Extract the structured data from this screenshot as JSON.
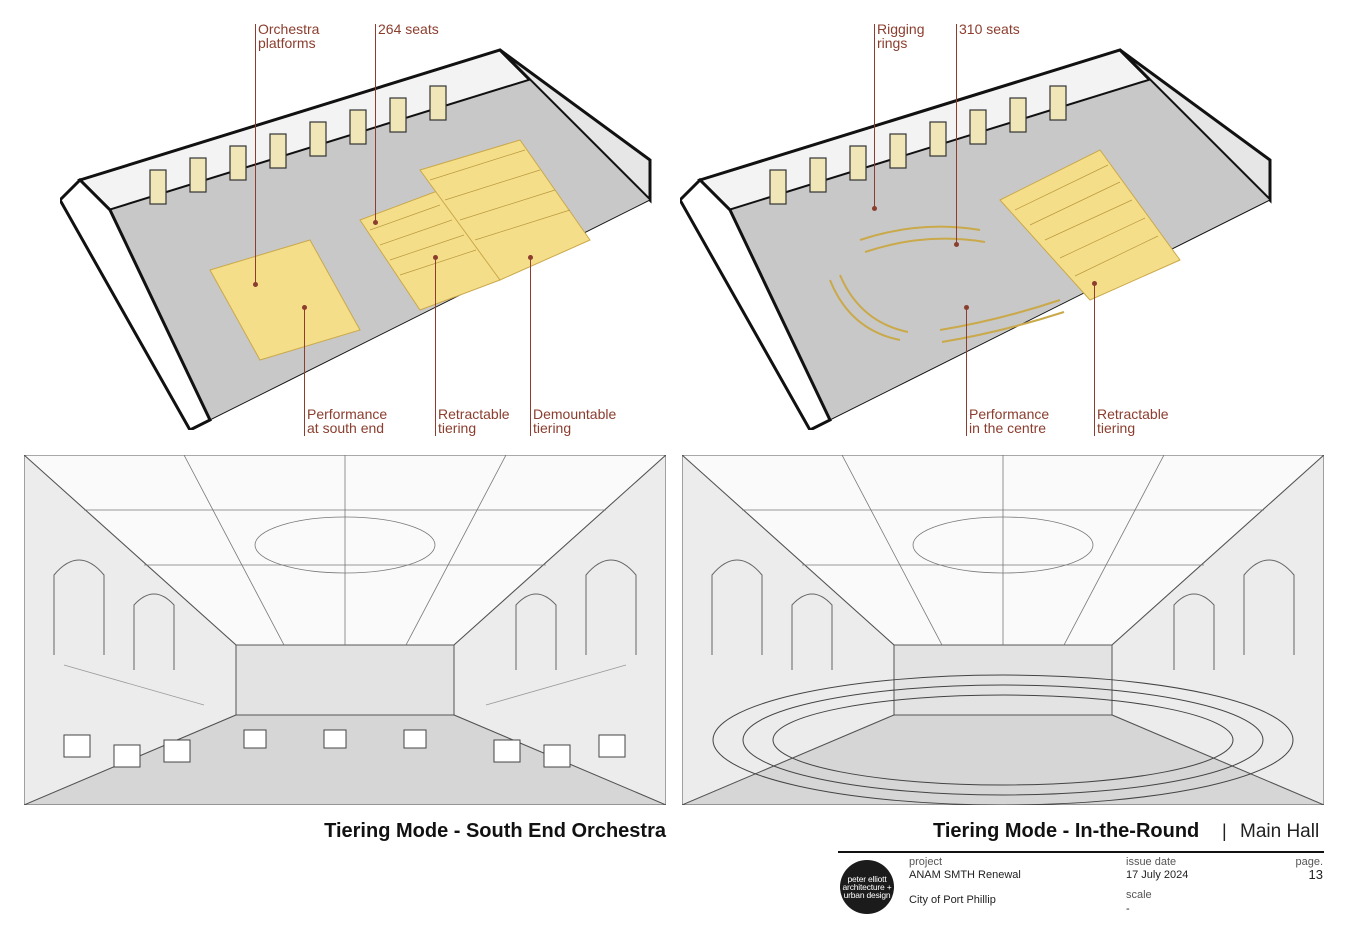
{
  "top_left": {
    "callouts": [
      "Orchestra\nplatforms",
      "264 seats",
      "Performance\nat south end",
      "Retractable\ntiering",
      "Demountable\ntiering"
    ]
  },
  "top_right": {
    "callouts": [
      "Rigging\nrings",
      "310 seats",
      "Performance\nin the centre",
      "Retractable\ntiering"
    ]
  },
  "captions": {
    "left": "Tiering Mode - South End Orchestra",
    "right": "Tiering Mode - In-the-Round",
    "separator": "|",
    "sheet": "Main Hall"
  },
  "title_block": {
    "logo_lines": [
      "peter elliott",
      "architecture +",
      "urban design"
    ],
    "project_label": "project",
    "project_value": "ANAM SMTH Renewal",
    "client": "City of Port Phillip",
    "issue_label": "issue date",
    "issue_value": "17 July 2024",
    "scale_label": "scale",
    "scale_value": "-",
    "page_label": "page.",
    "page_value": "13"
  },
  "colors": {
    "callout": "#8b3d2e",
    "seating": "#f5de8a",
    "floor": "#c9c9c9",
    "wall": "#1a1a1a"
  }
}
